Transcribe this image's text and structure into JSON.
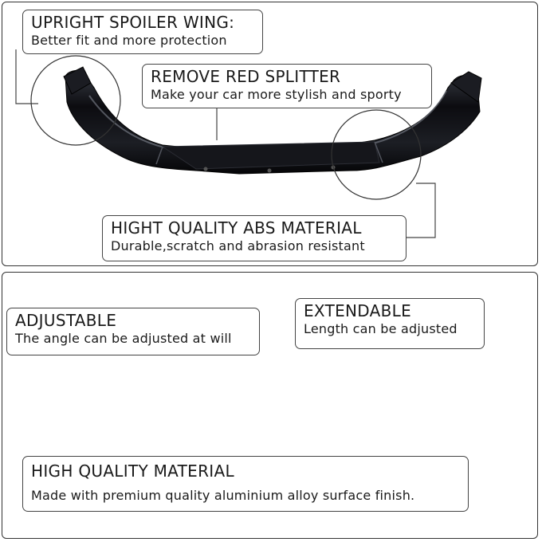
{
  "top_panel": {
    "spoiler_wing": {
      "title": "UPRIGHT SPOILER WING:",
      "description": "Better fit and more protection"
    },
    "red_splitter": {
      "title": "REMOVE RED SPLITTER",
      "description": "Make your car more stylish and sporty"
    },
    "abs_material": {
      "title": "HIGHT QUALITY ABS MATERIAL",
      "description": "Durable,scratch and abrasion resistant"
    }
  },
  "bottom_panel": {
    "adjustable": {
      "title": "ADJUSTABLE",
      "description": "The angle can be adjusted at will"
    },
    "extendable": {
      "title": "EXTENDABLE",
      "description": "Length can be adjusted"
    },
    "rod_material": {
      "title": "HIGH QUALITY MATERIAL",
      "description": "Made with premium quality aluminium alloy surface finish."
    }
  },
  "colors": {
    "border": "#333333",
    "lip_black": "#0b0b0f",
    "metal": "#b8bcc2"
  },
  "icons": [
    "front-lip-spoiler-image",
    "strut-rod-image",
    "magnifier-circle"
  ]
}
